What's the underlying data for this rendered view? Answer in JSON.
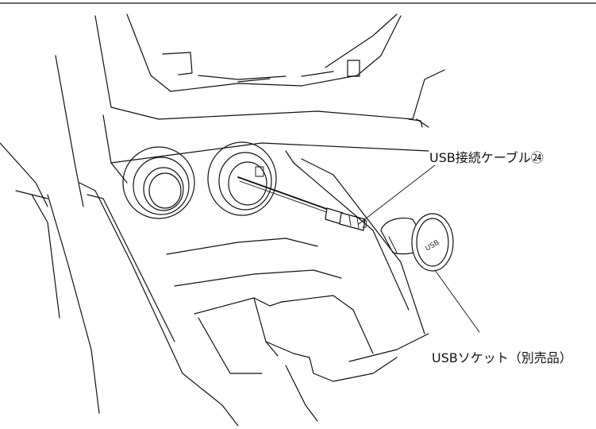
{
  "labels": {
    "usb_cable": "USB接続ケーブル㉔",
    "usb_socket": "USBソケット（別売品）"
  },
  "socket_cap_text": "USB",
  "colors": {
    "line": "#111111",
    "background": "#ffffff"
  }
}
